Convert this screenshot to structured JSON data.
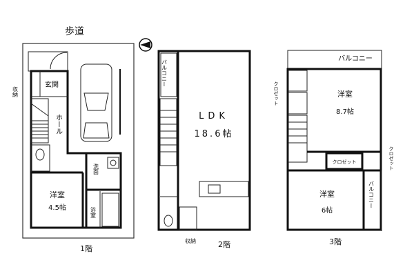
{
  "title": "Floor plan",
  "street_label": "歩道",
  "floor1": {
    "label": "1階",
    "rooms": {
      "entrance": "玄関",
      "storage": "収納",
      "hall": "ホール",
      "washroom": "洗面",
      "bathroom": "浴室",
      "bedroom": "洋室",
      "bedroom_size": "4.5帖"
    }
  },
  "floor2": {
    "label": "2階",
    "rooms": {
      "balcony": "バルコニー",
      "ldk": "LDK",
      "ldk_size": "18.6帖",
      "storage": "収納"
    }
  },
  "floor3": {
    "label": "3階",
    "rooms": {
      "balcony_top": "バルコニー",
      "closet_left": "クロゼット",
      "bedroom_a": "洋室",
      "bedroom_a_size": "8.7帖",
      "closet_mid": "クロゼット",
      "closet_right": "クロゼット",
      "bedroom_b": "洋室",
      "bedroom_b_size": "6帖",
      "balcony_right": "バルコニー"
    }
  }
}
